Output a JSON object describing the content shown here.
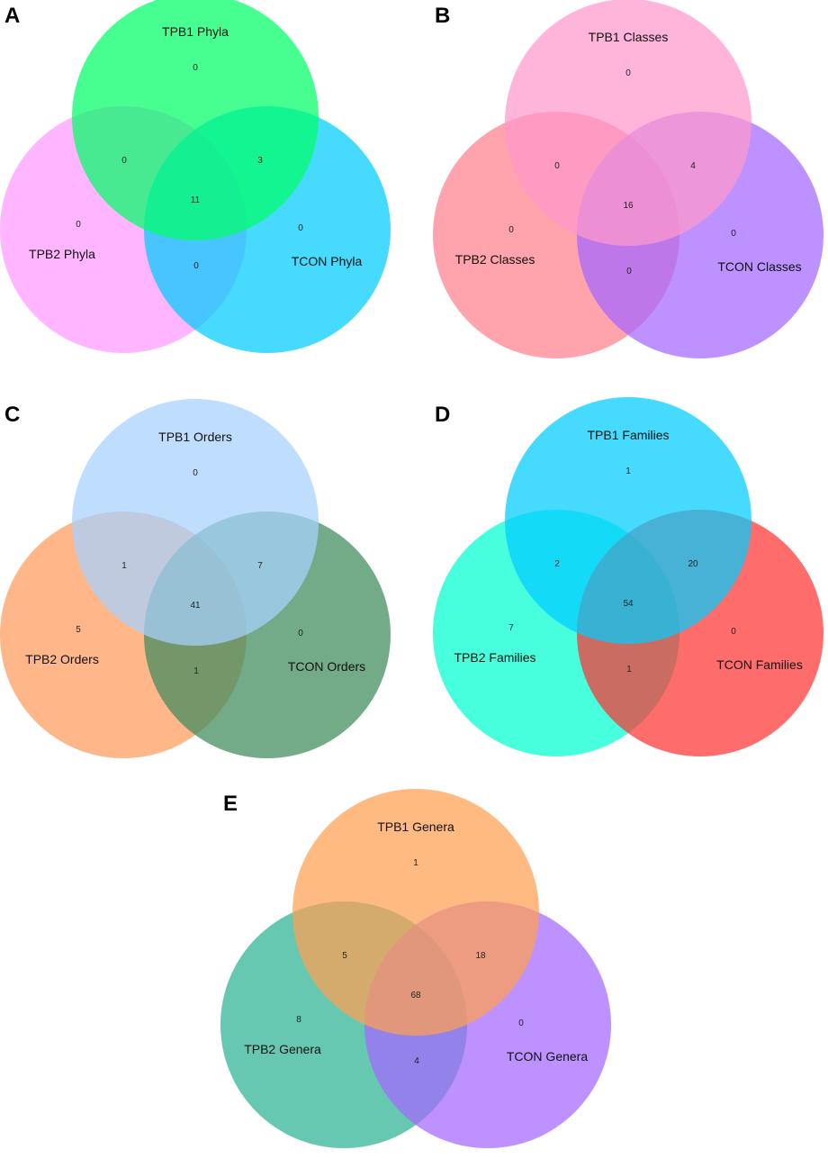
{
  "chart_data": [
    {
      "type": "venn",
      "panel": "A",
      "sets": [
        {
          "label": "TPB1 Phyla",
          "color": "#00ff66"
        },
        {
          "label": "TPB2 Phyla",
          "color": "#ff99ff"
        },
        {
          "label": "TCON Phyla",
          "color": "#00ccff"
        }
      ],
      "regions": {
        "only1": "0",
        "only2": "0",
        "only3": "0",
        "r12": "0",
        "r13": "3",
        "r23": "0",
        "r123": "11"
      }
    },
    {
      "type": "venn",
      "panel": "B",
      "sets": [
        {
          "label": "TPB1 Classes",
          "color": "#ff99cc"
        },
        {
          "label": "TPB2 Classes",
          "color": "#ff7f8c"
        },
        {
          "label": "TCON Classes",
          "color": "#a366ff"
        }
      ],
      "regions": {
        "only1": "0",
        "only2": "0",
        "only3": "0",
        "r12": "0",
        "r13": "4",
        "r23": "0",
        "r123": "16"
      }
    },
    {
      "type": "venn",
      "panel": "C",
      "sets": [
        {
          "label": "TPB1 Orders",
          "color": "#a6d1ff"
        },
        {
          "label": "TPB2 Orders",
          "color": "#ff9a5c"
        },
        {
          "label": "TCON Orders",
          "color": "#3d8a5c"
        }
      ],
      "regions": {
        "only1": "0",
        "only2": "5",
        "only3": "0",
        "r12": "1",
        "r13": "7",
        "r23": "1",
        "r123": "41"
      }
    },
    {
      "type": "venn",
      "panel": "D",
      "sets": [
        {
          "label": "TPB1 Families",
          "color": "#00ccff"
        },
        {
          "label": "TPB2 Families",
          "color": "#00ffd0"
        },
        {
          "label": "TCON Families",
          "color": "#ff3333"
        }
      ],
      "regions": {
        "only1": "1",
        "only2": "7",
        "only3": "0",
        "r12": "2",
        "r13": "20",
        "r23": "1",
        "r123": "54"
      }
    },
    {
      "type": "venn",
      "panel": "E",
      "sets": [
        {
          "label": "TPB1 Genera",
          "color": "#ffa050"
        },
        {
          "label": "TPB2 Genera",
          "color": "#2db394"
        },
        {
          "label": "TCON Genera",
          "color": "#a366ff"
        }
      ],
      "regions": {
        "only1": "1",
        "only2": "8",
        "only3": "0",
        "r12": "5",
        "r13": "18",
        "r23": "4",
        "r123": "68"
      }
    }
  ]
}
